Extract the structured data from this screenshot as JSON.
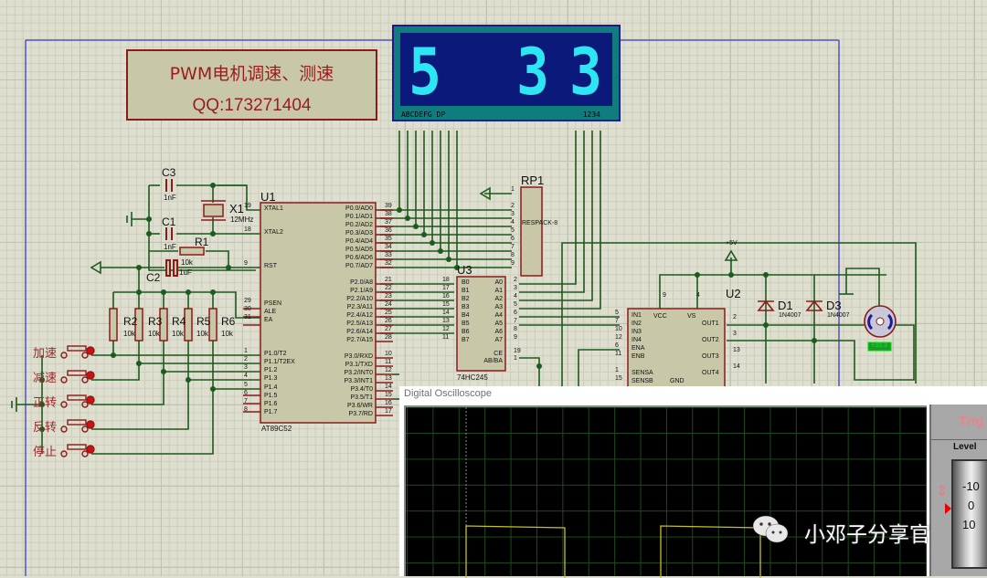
{
  "title_box": {
    "line1": "PWM电机调速、测速",
    "line2": "QQ:173271404"
  },
  "seven_segment": {
    "digits": [
      "5",
      "",
      "3",
      "3"
    ],
    "segment_label": "ABCDEFG DP",
    "digit_label": "1234",
    "segment_color": "#2de6f3"
  },
  "components": {
    "c3": {
      "ref": "C3",
      "value": "1nF"
    },
    "c1": {
      "ref": "C1",
      "value": "1nF"
    },
    "c2": {
      "ref": "C2",
      "value": "1uF"
    },
    "x1": {
      "ref": "X1",
      "value": "12MHz"
    },
    "r1": {
      "ref": "R1",
      "value": "10k"
    },
    "r2": {
      "ref": "R2",
      "value": "10k"
    },
    "r3": {
      "ref": "R3",
      "value": "10k"
    },
    "r4": {
      "ref": "R4",
      "value": "10k"
    },
    "r5": {
      "ref": "R5",
      "value": "10k"
    },
    "r6": {
      "ref": "R6",
      "value": "10k"
    },
    "u1": {
      "ref": "U1",
      "part": "AT89C52"
    },
    "u3": {
      "ref": "U3",
      "part": "74HC245"
    },
    "rp1": {
      "ref": "RP1",
      "part": "RESPACK-8"
    },
    "u2": {
      "ref": "U2"
    },
    "d1": {
      "ref": "D1",
      "part": "1N4007"
    },
    "d3": {
      "ref": "D3",
      "part": "1N4007"
    },
    "motor_readout": "+33.3",
    "supply_label": "+5V"
  },
  "u1_pins": {
    "left": [
      {
        "num": "19",
        "name": "XTAL1"
      },
      {
        "num": "18",
        "name": "XTAL2"
      },
      {
        "num": "9",
        "name": "RST"
      },
      {
        "num": "29",
        "name": "PSEN"
      },
      {
        "num": "30",
        "name": "ALE"
      },
      {
        "num": "31",
        "name": "EA"
      },
      {
        "num": "1",
        "name": "P1.0/T2"
      },
      {
        "num": "2",
        "name": "P1.1/T2EX"
      },
      {
        "num": "3",
        "name": "P1.2"
      },
      {
        "num": "4",
        "name": "P1.3"
      },
      {
        "num": "5",
        "name": "P1.4"
      },
      {
        "num": "6",
        "name": "P1.5"
      },
      {
        "num": "7",
        "name": "P1.6"
      },
      {
        "num": "8",
        "name": "P1.7"
      }
    ],
    "right": [
      {
        "num": "39",
        "name": "P0.0/AD0"
      },
      {
        "num": "38",
        "name": "P0.1/AD1"
      },
      {
        "num": "37",
        "name": "P0.2/AD2"
      },
      {
        "num": "36",
        "name": "P0.3/AD3"
      },
      {
        "num": "35",
        "name": "P0.4/AD4"
      },
      {
        "num": "34",
        "name": "P0.5/AD5"
      },
      {
        "num": "33",
        "name": "P0.6/AD6"
      },
      {
        "num": "32",
        "name": "P0.7/AD7"
      },
      {
        "num": "21",
        "name": "P2.0/A8"
      },
      {
        "num": "22",
        "name": "P2.1/A9"
      },
      {
        "num": "23",
        "name": "P2.2/A10"
      },
      {
        "num": "24",
        "name": "P2.3/A11"
      },
      {
        "num": "25",
        "name": "P2.4/A12"
      },
      {
        "num": "26",
        "name": "P2.5/A13"
      },
      {
        "num": "27",
        "name": "P2.6/A14"
      },
      {
        "num": "28",
        "name": "P2.7/A15"
      },
      {
        "num": "10",
        "name": "P3.0/RXD"
      },
      {
        "num": "11",
        "name": "P3.1/TXD"
      },
      {
        "num": "12",
        "name": "P3.2/INT0"
      },
      {
        "num": "13",
        "name": "P3.3/INT1"
      },
      {
        "num": "14",
        "name": "P3.4/T0"
      },
      {
        "num": "15",
        "name": "P3.5/T1"
      },
      {
        "num": "16",
        "name": "P3.6/WR"
      },
      {
        "num": "17",
        "name": "P3.7/RD"
      }
    ]
  },
  "u3_pins": {
    "left": [
      {
        "num": "18",
        "name": "B0"
      },
      {
        "num": "17",
        "name": "B1"
      },
      {
        "num": "16",
        "name": "B2"
      },
      {
        "num": "15",
        "name": "B3"
      },
      {
        "num": "14",
        "name": "B4"
      },
      {
        "num": "13",
        "name": "B5"
      },
      {
        "num": "12",
        "name": "B6"
      },
      {
        "num": "11",
        "name": "B7"
      }
    ],
    "right": [
      {
        "num": "2",
        "name": "A0"
      },
      {
        "num": "3",
        "name": "A1"
      },
      {
        "num": "4",
        "name": "A2"
      },
      {
        "num": "5",
        "name": "A3"
      },
      {
        "num": "6",
        "name": "A4"
      },
      {
        "num": "7",
        "name": "A5"
      },
      {
        "num": "8",
        "name": "A6"
      },
      {
        "num": "9",
        "name": "A7"
      },
      {
        "num": "19",
        "name": "CE"
      },
      {
        "num": "1",
        "name": "AB/BA"
      }
    ]
  },
  "rp1_pins": [
    "1",
    "2",
    "3",
    "4",
    "5",
    "6",
    "7",
    "8",
    "9"
  ],
  "u2_pins": {
    "left": [
      {
        "num": "5",
        "name": "IN1"
      },
      {
        "num": "7",
        "name": "IN2"
      },
      {
        "num": "10",
        "name": "IN3"
      },
      {
        "num": "12",
        "name": "IN4"
      },
      {
        "num": "6",
        "name": "ENA"
      },
      {
        "num": "11",
        "name": "ENB"
      },
      {
        "num": "1",
        "name": "SENSA"
      },
      {
        "num": "15",
        "name": "SENSB"
      }
    ],
    "top": [
      {
        "num": "9",
        "name": "VCC"
      },
      {
        "num": "4",
        "name": "VS"
      }
    ],
    "right": [
      {
        "num": "2",
        "name": "OUT1"
      },
      {
        "num": "3",
        "name": "OUT2"
      },
      {
        "num": "13",
        "name": "OUT3"
      },
      {
        "num": "14",
        "name": "OUT4"
      }
    ],
    "bottom": [
      {
        "name": "GND"
      }
    ]
  },
  "buttons": [
    {
      "label": "加速"
    },
    {
      "label": "减速"
    },
    {
      "label": "正转"
    },
    {
      "label": "反转"
    },
    {
      "label": "停止"
    }
  ],
  "oscilloscope": {
    "title": "Digital Oscilloscope",
    "trigger_label": "Trig",
    "level_label": "Level",
    "level_ticks": [
      "-10",
      "0",
      "10"
    ],
    "trace_color": "#c8c020"
  },
  "watermark": {
    "text": "小邓子分享官"
  }
}
